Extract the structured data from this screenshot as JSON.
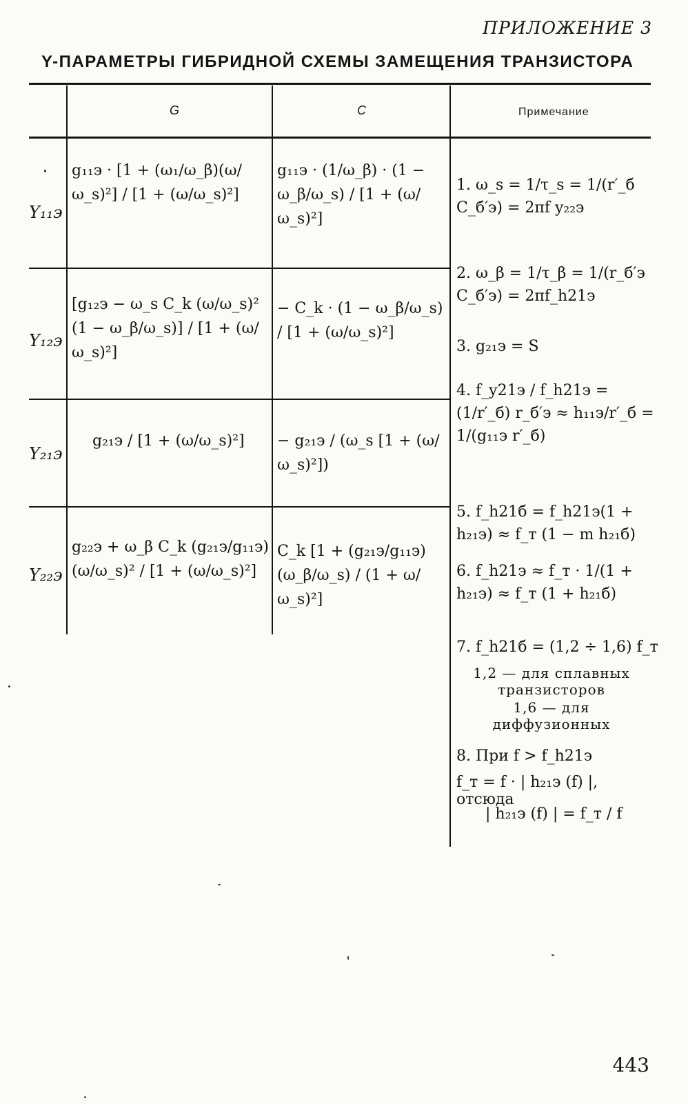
{
  "header": {
    "appendix_label": "ПРИЛОЖЕНИЕ 3",
    "title": "Y-ПАРАМЕТРЫ ГИБРИДНОЙ СХЕМЫ ЗАМЕЩЕНИЯ ТРАНЗИСТОРА"
  },
  "table": {
    "columns": [
      "G",
      "C",
      "Примечание"
    ],
    "rows": [
      {
        "label": "Y₁₁э",
        "g": "g₁₁э · [1 + (ω₁/ω_β)(ω/ω_s)²] / [1 + (ω/ω_s)²]",
        "c": "g₁₁э · (1/ω_β) · (1 − ω_β/ω_s) / [1 + (ω/ω_s)²]"
      },
      {
        "label": "Y₁₂э",
        "g": "[g₁₂э − ω_s C_k (ω/ω_s)² (1 − ω_β/ω_s)] / [1 + (ω/ω_s)²]",
        "c": "− C_k · (1 − ω_β/ω_s) / [1 + (ω/ω_s)²]"
      },
      {
        "label": "Y₂₁э",
        "g": "g₂₁э / [1 + (ω/ω_s)²]",
        "c": "− g₂₁э / (ω_s [1 + (ω/ω_s)²])"
      },
      {
        "label": "Y₂₂э",
        "g": "g₂₂э + ω_β C_k (g₂₁э/g₁₁э)(ω/ω_s)² / [1 + (ω/ω_s)²]",
        "c": "C_k [1 + (g₂₁э/g₁₁э)(ω_β/ω_s) / (1 + ω/ω_s)²]"
      }
    ]
  },
  "notes": [
    {
      "num": "1.",
      "text": "ω_s = 1/τ_s = 1/(r′_б C_б′э) = 2πf y₂₂э"
    },
    {
      "num": "2.",
      "text": "ω_β = 1/τ_β = 1/(r_б′э C_б′э) = 2πf_h21э"
    },
    {
      "num": "3.",
      "text": "g₂₁э = S"
    },
    {
      "num": "4.",
      "text": "f_y21э / f_h21э = (1/r′_б) r_б′э ≈ h₁₁э/r′_б = 1/(g₁₁э r′_б)"
    },
    {
      "num": "5.",
      "text": "f_h21б = f_h21э(1 + h₂₁э) ≈ f_т (1 − m h₂₁б)"
    },
    {
      "num": "6.",
      "text": "f_h21э ≈ f_т · 1/(1 + h₂₁э) ≈ f_т (1 + h₂₁б)"
    },
    {
      "num": "7.",
      "text": "f_h21б = (1,2 ÷ 1,6) f_т"
    },
    {
      "text": "1,2 — для сплавных транзисторов"
    },
    {
      "text": "1,6 — для диффузионных"
    },
    {
      "num": "8.",
      "text": "При f > f_h21э"
    },
    {
      "text": "f_т = f · | h₂₁э (f) |, отсюда"
    },
    {
      "text": "| h₂₁э (f) | = f_т / f"
    }
  ],
  "page_number": "443"
}
